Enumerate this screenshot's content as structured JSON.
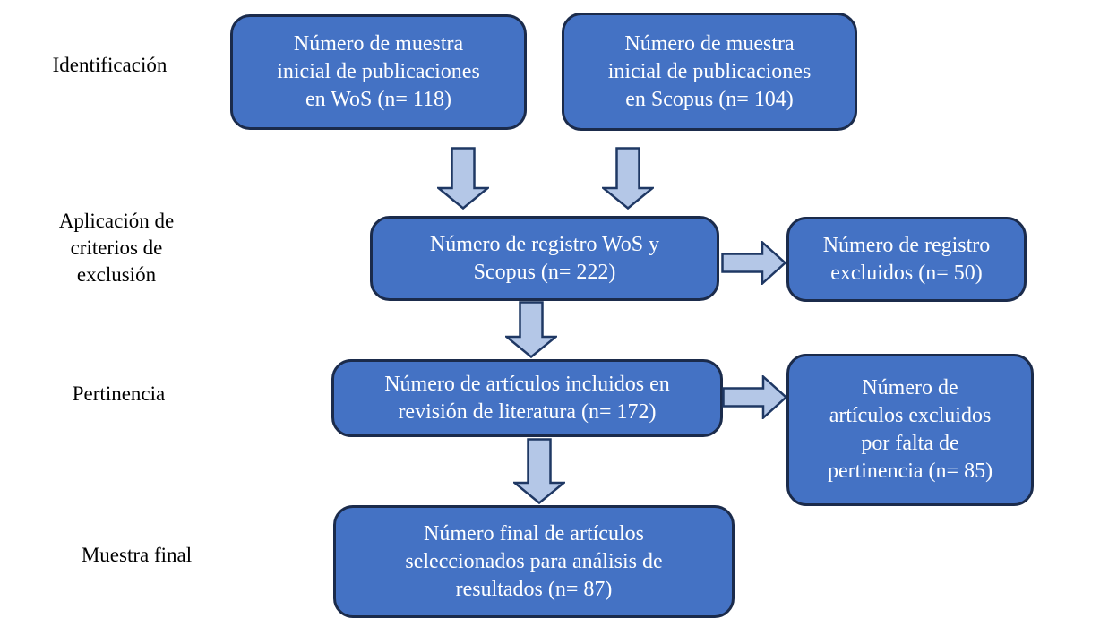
{
  "diagram": {
    "type": "flowchart",
    "language": "es",
    "stage_labels": [
      {
        "id": "identificacion",
        "lines": [
          "Identificación"
        ]
      },
      {
        "id": "aplicacion-criterios-exclusion",
        "lines": [
          "Aplicación de",
          "criterios de",
          "exclusión"
        ]
      },
      {
        "id": "pertinencia",
        "lines": [
          "Pertinencia"
        ]
      },
      {
        "id": "muestra-final",
        "lines": [
          "Muestra final"
        ]
      }
    ],
    "nodes": {
      "wos_inicial": {
        "lines": [
          "Número de muestra",
          "inicial de publicaciones",
          "en WoS (n= 118)"
        ],
        "n": 118
      },
      "scopus_inicial": {
        "lines": [
          "Número de muestra",
          "inicial de publicaciones",
          "en Scopus (n= 104)"
        ],
        "n": 104
      },
      "registro_wos_scopus": {
        "lines": [
          "Número de registro WoS y",
          "Scopus (n= 222)"
        ],
        "n": 222
      },
      "registro_excluidos": {
        "lines": [
          "Número de registro",
          "excluidos (n= 50)"
        ],
        "n": 50
      },
      "articulos_incluidos": {
        "lines": [
          "Número de artículos incluidos en",
          "revisión de literatura (n= 172)"
        ],
        "n": 172
      },
      "articulos_excluidos_pertinencia": {
        "lines": [
          "Número de",
          "artículos excluidos",
          "por falta de",
          "pertinencia (n= 85)"
        ],
        "n": 85
      },
      "muestra_final": {
        "lines": [
          "Número final de artículos",
          "seleccionados para análisis de",
          "resultados (n= 87)"
        ],
        "n": 87
      }
    },
    "arrows": [
      {
        "from": "wos_inicial",
        "to": "registro_wos_scopus",
        "direction": "down"
      },
      {
        "from": "scopus_inicial",
        "to": "registro_wos_scopus",
        "direction": "down"
      },
      {
        "from": "registro_wos_scopus",
        "to": "registro_excluidos",
        "direction": "right"
      },
      {
        "from": "registro_wos_scopus",
        "to": "articulos_incluidos",
        "direction": "down"
      },
      {
        "from": "articulos_incluidos",
        "to": "articulos_excluidos_pertinencia",
        "direction": "right"
      },
      {
        "from": "articulos_incluidos",
        "to": "muestra_final",
        "direction": "down"
      }
    ],
    "colors": {
      "node_fill": "#4472c4",
      "node_border": "#1b2b4b",
      "node_text": "#ffffff",
      "arrow_fill": "#b4c7e7",
      "arrow_border": "#1f3864",
      "label_text": "#000000",
      "background": "#ffffff"
    }
  }
}
